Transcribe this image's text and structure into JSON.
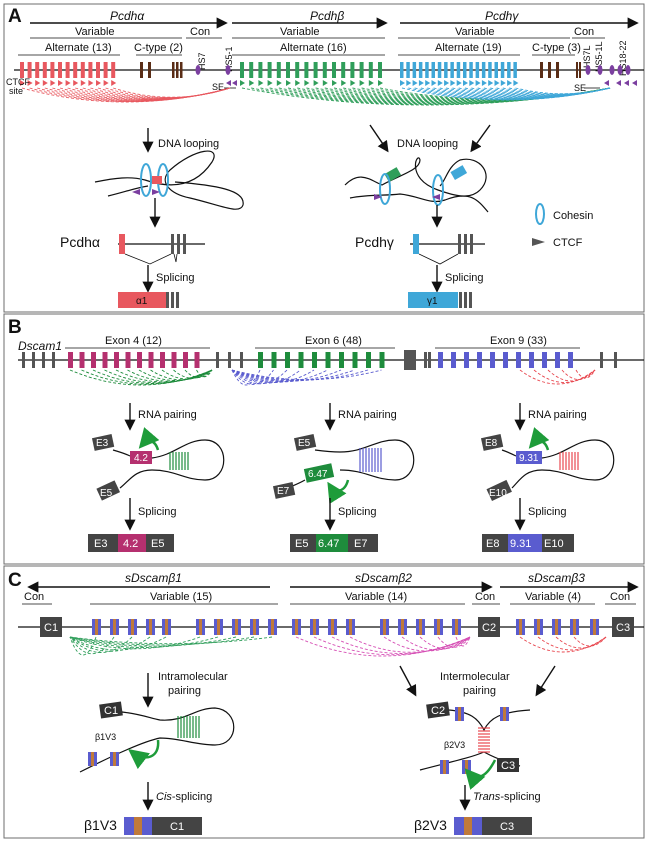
{
  "colors": {
    "alpha": "#e8585f",
    "beta": "#2f9e5a",
    "gamma": "#3fa7d8",
    "purple": "#7b3fa0",
    "brown": "#5a2d16",
    "grey": "#555555",
    "dscam_pink": "#b5306f",
    "dscam_green": "#1e8c3c",
    "dscam_blue": "#5a5ccf",
    "dscam_red": "#e8474f",
    "sd_orange": "#c07a3a",
    "sd_magenta": "#d64fb5"
  },
  "panelA": {
    "label": "A",
    "genes": [
      "Pcdhα",
      "Pcdhβ",
      "Pcdhγ"
    ],
    "con_top": "Con",
    "variable": [
      "Variable",
      "Variable",
      "Variable"
    ],
    "alternate": [
      "Alternate (13)",
      "Alternate (16)",
      "Alternate (19)"
    ],
    "ctype": [
      "C-type (2)",
      "C-type (3)"
    ],
    "hs_labels": [
      "HS7",
      "HS5-1",
      "HS7L",
      "HS5-1L",
      "HS18-22"
    ],
    "ctcf_site": [
      "CTCF",
      "site"
    ],
    "se": "SE",
    "looping": [
      "DNA looping",
      "DNA looping"
    ],
    "gene_names": [
      "Pcdhα",
      "Pcdhγ"
    ],
    "splicing": [
      "Splicing",
      "Splicing"
    ],
    "products": [
      "α1",
      "γ1"
    ],
    "legend": [
      "Cohesin",
      "CTCF"
    ]
  },
  "panelB": {
    "label": "B",
    "gene": "Dscam1",
    "exons": [
      "Exon 4 (12)",
      "Exon 6 (48)",
      "Exon 9 (33)"
    ],
    "pairing": [
      "RNA pairing",
      "RNA pairing",
      "RNA pairing"
    ],
    "splicing": [
      "Splicing",
      "Splicing",
      "Splicing"
    ],
    "loops": [
      {
        "left": "E3",
        "mid": "4.2",
        "bottom": "E5"
      },
      {
        "left": "E5",
        "mid": "6.47",
        "bottom": "E7"
      },
      {
        "left": "E8",
        "mid": "9.31",
        "bottom": "E10"
      }
    ],
    "products": [
      [
        "E3",
        "4.2",
        "E5"
      ],
      [
        "E5",
        "6.47",
        "E7"
      ],
      [
        "E8",
        "9.31",
        "E10"
      ]
    ]
  },
  "panelC": {
    "label": "C",
    "genes": [
      "sDscamβ1",
      "sDscamβ2",
      "sDscamβ3"
    ],
    "con": [
      "Con",
      "Con",
      "Con"
    ],
    "variable": [
      "Variable (15)",
      "Variable (14)",
      "Variable (4)"
    ],
    "const_boxes": [
      "C1",
      "C2",
      "C3"
    ],
    "pairing1": [
      "Intramolecular",
      "pairing"
    ],
    "pairing2": [
      "Intermolecular",
      "pairing"
    ],
    "loop1": {
      "box": "C1",
      "var": "β1V3"
    },
    "loop2": {
      "box1": "C2",
      "box2": "C3",
      "var": "β2V3"
    },
    "splicing": [
      {
        "i": "Cis",
        "rest": "-splicing"
      },
      {
        "i": "Trans",
        "rest": "-splicing"
      }
    ],
    "products": [
      {
        "name": "β1V3",
        "box": "C1"
      },
      {
        "name": "β2V3",
        "box": "C3"
      }
    ]
  }
}
